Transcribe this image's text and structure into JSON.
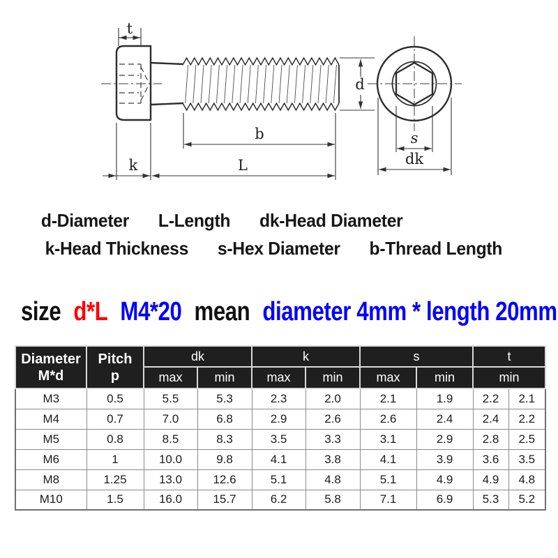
{
  "diagram": {
    "labels": {
      "t": "t",
      "k": "k",
      "L": "L",
      "b": "b",
      "d": "d",
      "s": "s",
      "dk": "dk"
    },
    "line_color": "#2d2d2d"
  },
  "legend": {
    "line1": {
      "item1": "d-Diameter",
      "item2": "L-Length",
      "item3": "dk-Head Diameter"
    },
    "line2": {
      "item1": "k-Head Thickness",
      "item2": "s-Hex Diameter",
      "item3": "b-Thread Length"
    }
  },
  "size_note": {
    "seg1": {
      "text": "size",
      "color": "#111111"
    },
    "seg2": {
      "text": "d*L",
      "color": "#ff0000"
    },
    "seg3": {
      "text": "M4*20",
      "color": "#0000ff"
    },
    "seg4": {
      "text": "mean",
      "color": "#111111"
    },
    "seg5": {
      "text": "diameter 4mm * length 20mm",
      "color": "#0000ff"
    }
  },
  "table": {
    "header": {
      "diameter_top": "Diameter",
      "diameter_bottom": "M*d",
      "pitch_top": "Pitch",
      "pitch_bottom": "p",
      "groups": {
        "dk": "dk",
        "k": "k",
        "s": "s",
        "t": "t"
      },
      "sub": {
        "dk_max": "max",
        "dk_min": "min",
        "k_max": "max",
        "k_min": "min",
        "s_max": "max",
        "s_min": "min",
        "t_min": "min"
      }
    },
    "rows": [
      [
        "M3",
        "0.5",
        "5.5",
        "5.3",
        "2.3",
        "2.0",
        "2.1",
        "1.9",
        "2.2",
        "2.1"
      ],
      [
        "M4",
        "0.7",
        "7.0",
        "6.8",
        "2.9",
        "2.6",
        "2.6",
        "2.4",
        "2.4",
        "2.2"
      ],
      [
        "M5",
        "0.8",
        "8.5",
        "8.3",
        "3.5",
        "3.3",
        "3.1",
        "2.9",
        "2.8",
        "2.5"
      ],
      [
        "M6",
        "1",
        "10.0",
        "9.8",
        "4.1",
        "3.8",
        "4.1",
        "3.9",
        "3.6",
        "3.5"
      ],
      [
        "M8",
        "1.25",
        "13.0",
        "12.6",
        "5.1",
        "4.8",
        "5.1",
        "4.9",
        "4.9",
        "4.8"
      ],
      [
        "M10",
        "1.5",
        "16.0",
        "15.7",
        "6.2",
        "5.8",
        "7.1",
        "6.9",
        "5.3",
        "5.2"
      ]
    ]
  }
}
